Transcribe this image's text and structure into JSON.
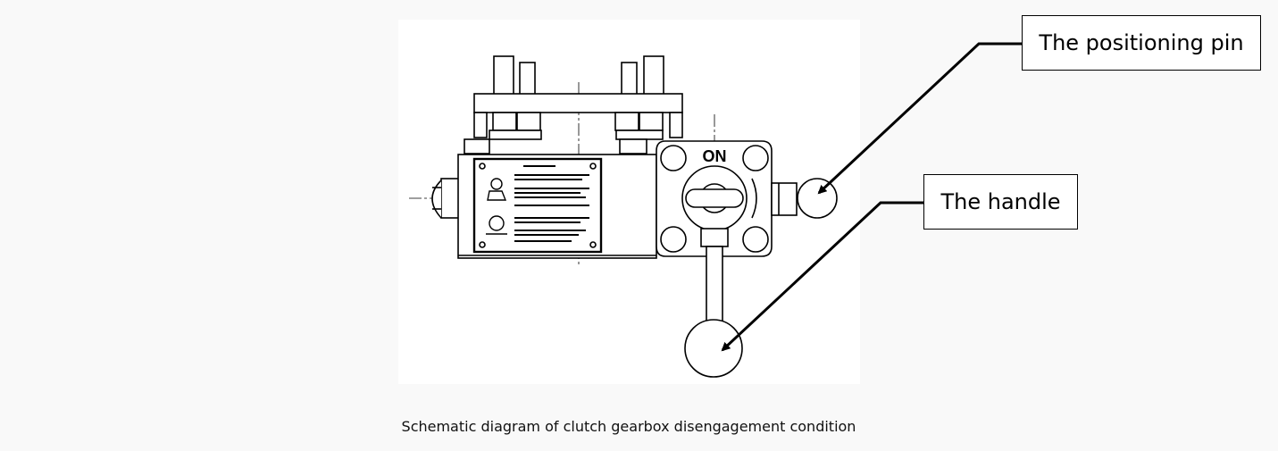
{
  "diagram": {
    "body_label": "ON",
    "callouts": {
      "positioning_pin": "The positioning pin",
      "handle": "The handle"
    },
    "caption": "Schematic diagram of clutch gearbox disengagement condition"
  },
  "colors": {
    "background": "#f9f9f9",
    "panel": "#ffffff",
    "line": "#000000"
  }
}
